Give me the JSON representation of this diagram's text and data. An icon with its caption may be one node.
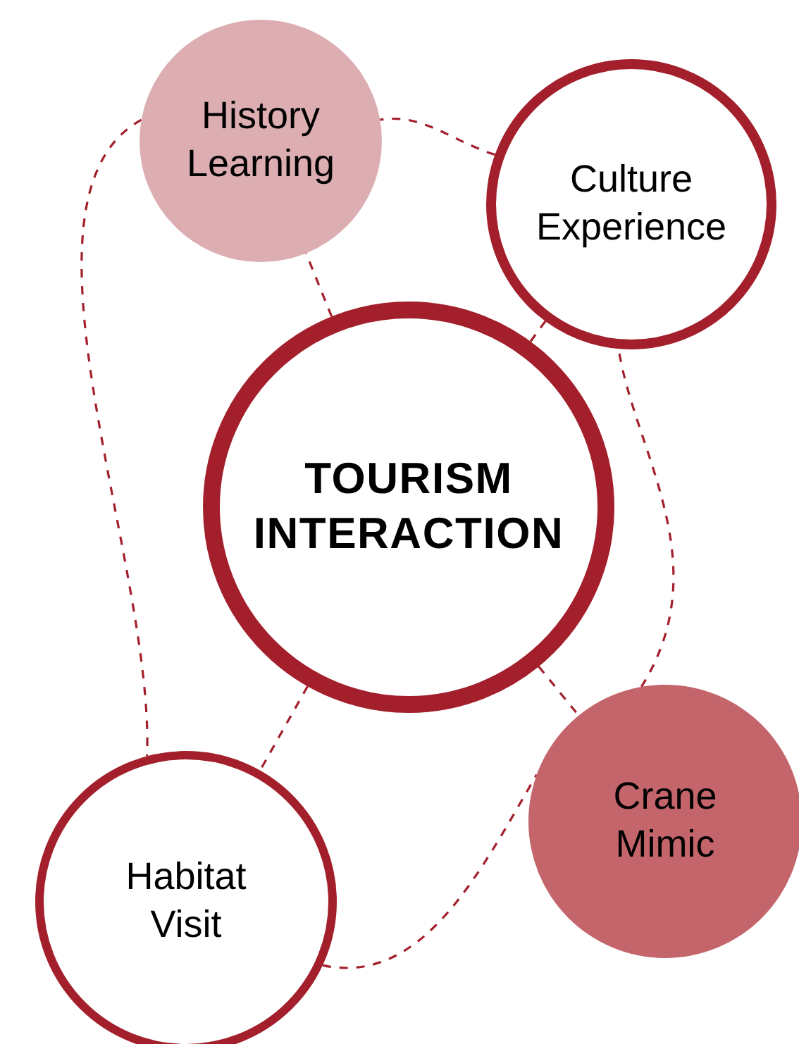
{
  "diagram": {
    "nodes": [
      {
        "text": [
          "History Learning"
        ]
      },
      {
        "text": [
          "Culture Experience"
        ]
      },
      {
        "text": [
          "TOURISM INTERACTION"
        ]
      },
      {
        "text": [
          "Crane Mimic"
        ]
      },
      {
        "text": [
          "Habitat Visit"
        ]
      }
    ],
    "edges": [
      {
        "from": 2,
        "to": 0,
        "arrow": "none",
        "style": "dashed"
      },
      {
        "from": 2,
        "to": 1,
        "arrow": "none",
        "style": "dashed"
      },
      {
        "from": 2,
        "to": 3,
        "arrow": "none",
        "style": "dashed"
      },
      {
        "from": 2,
        "to": 4,
        "arrow": "none",
        "style": "dashed"
      },
      {
        "from": 0,
        "to": 4,
        "arrow": "none",
        "style": "dashed"
      },
      {
        "from": 4,
        "to": 3,
        "arrow": "none",
        "style": "dashed"
      },
      {
        "from": 3,
        "to": 1,
        "arrow": "none",
        "style": "dashed"
      },
      {
        "from": 1,
        "to": 0,
        "arrow": "none",
        "style": "dashed"
      }
    ]
  }
}
